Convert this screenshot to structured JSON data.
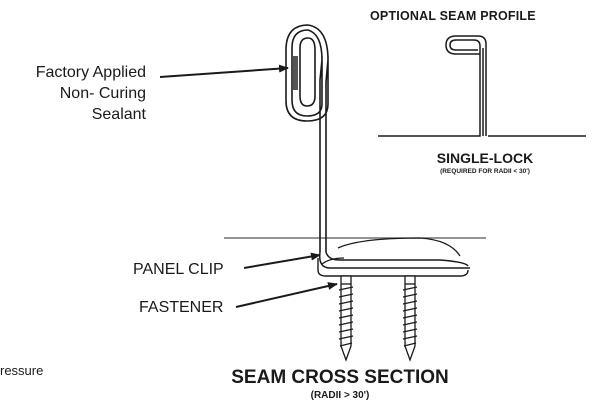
{
  "callouts": {
    "sealant": [
      "Factory Applied",
      "Non- Curing",
      "Sealant"
    ],
    "panel_clip": "PANEL CLIP",
    "fastener": "FASTENER",
    "partial_text": "ressure"
  },
  "optional_profile": {
    "title": "OPTIONAL SEAM PROFILE",
    "name": "SINGLE-LOCK",
    "note": "(REQUIRED FOR RADII < 30')"
  },
  "cross_section": {
    "title": "SEAM CROSS SECTION",
    "note": "(RADII > 30')"
  },
  "colors": {
    "line": "#1a1a1a",
    "sealant": "#555555",
    "fill": "#ffffff"
  }
}
